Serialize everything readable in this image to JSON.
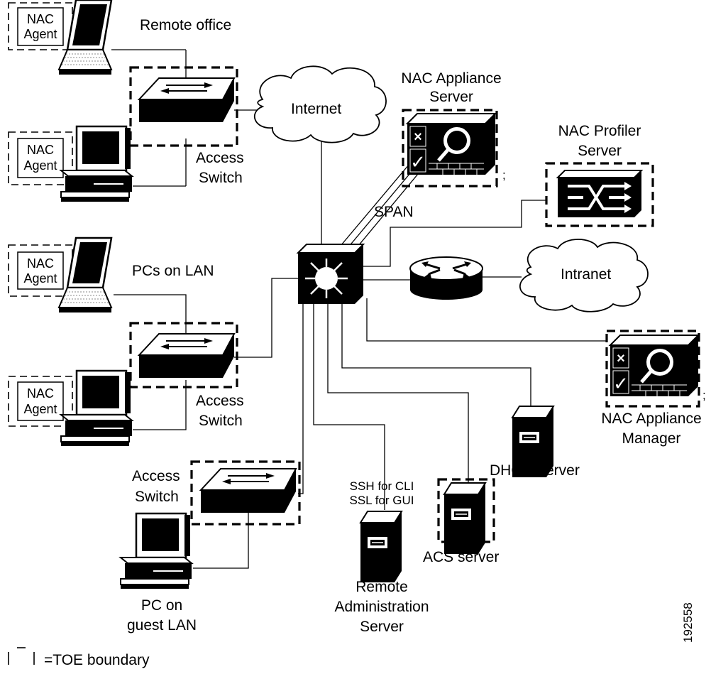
{
  "agent": {
    "line1": "NAC",
    "line2": "Agent"
  },
  "labels": {
    "remote_office": "Remote office",
    "internet": "Internet",
    "nas_line1": "NAC Appliance",
    "nas_line2": "Server",
    "profiler_line1": "NAC Profiler",
    "profiler_line2": "Server",
    "access": "Access",
    "switch": "Switch",
    "span": "SPAN",
    "pcs_on_lan": "PCs on LAN",
    "intranet": "Intranet",
    "nam_line1": "NAC Appliance",
    "nam_line2": "Manager",
    "dhcp": "DHCP Server",
    "ssh": "SSH for CLI",
    "ssl": "SSL for GUI",
    "acs": "ACS server",
    "remote_line1": "Remote",
    "remote_line2": "Administration",
    "remote_line3": "Server",
    "guest_line1": "PC on",
    "guest_line2": "guest LAN",
    "toe_legend": "=TOE boundary",
    "figure_id": "192558",
    "semicolon": ";"
  },
  "colors": {
    "ink": "#000000",
    "paper": "#ffffff",
    "steel": "#555555"
  }
}
